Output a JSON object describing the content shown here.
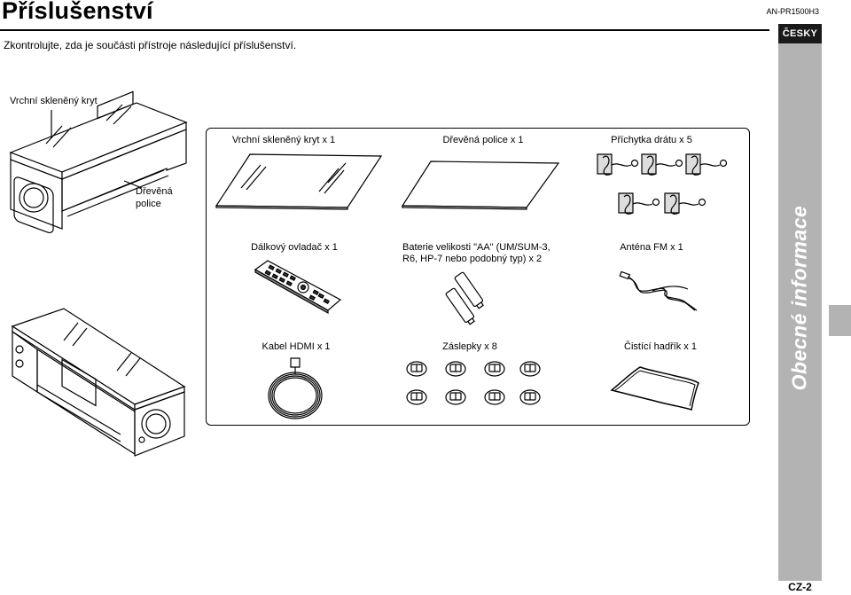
{
  "header": {
    "title": "Příslušenství",
    "subtitle": "Zkontrolujte, zda je součásti přístroje následující příslušenství.",
    "model": "AN-PR1500H3",
    "language": "ČESKY"
  },
  "sidebar": {
    "section": "Obecné informace",
    "page_number": "CZ-2"
  },
  "illustration": {
    "glass_cover_label": "Vrchní skleněný kryt",
    "shelf_label_line1": "Dřevěná",
    "shelf_label_line2": "police"
  },
  "accessories": [
    {
      "label": "Vrchní skleněný kryt x 1",
      "icon": "glass-panel-icon"
    },
    {
      "label": "Dřevěná police x 1",
      "icon": "wooden-shelf-icon"
    },
    {
      "label": "Příchytka drátu x 5",
      "icon": "wire-clip-icon"
    },
    {
      "label": "Dálkový ovladač x 1",
      "icon": "remote-control-icon"
    },
    {
      "label_line1": "Baterie velikosti \"AA\" (UM/SUM-3,",
      "label_line2": "R6, HP-7 nebo podobný typ) x 2",
      "icon": "battery-icon"
    },
    {
      "label": "Anténa FM x 1",
      "icon": "fm-antenna-icon"
    },
    {
      "label": "Kabel HDMI x 1",
      "icon": "hdmi-cable-icon"
    },
    {
      "label": "Záslepky x 8",
      "icon": "cap-icon"
    },
    {
      "label": "Čistící hadřík x 1",
      "icon": "cleaning-cloth-icon"
    }
  ]
}
